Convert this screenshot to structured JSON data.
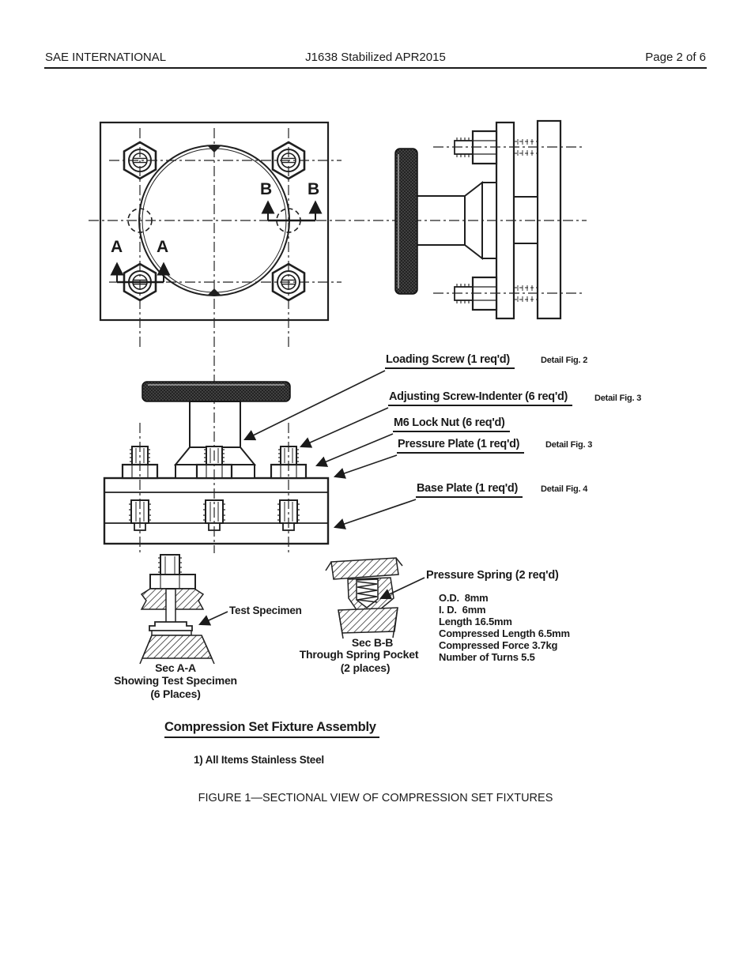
{
  "header": {
    "left": "SAE INTERNATIONAL",
    "center": "J1638 Stabilized APR2015",
    "right": "Page 2 of 6"
  },
  "figure": {
    "section_letters": {
      "a": "A",
      "b": "B"
    },
    "callouts": [
      {
        "label": "Loading Screw (1 req'd)",
        "detail": "Detail  Fig. 2"
      },
      {
        "label": "Adjusting Screw-Indenter (6 req'd)",
        "detail": "Detail  Fig. 3"
      },
      {
        "label": "M6 Lock Nut (6 req'd)",
        "detail": ""
      },
      {
        "label": "Pressure Plate (1 req'd)",
        "detail": "Detail  Fig. 3"
      },
      {
        "label": "Base Plate (1 req'd)",
        "detail": "Detail  Fig. 4"
      }
    ],
    "sec_aa": {
      "pointer": "Test Specimen",
      "line1": "Sec A-A",
      "line2": "Showing Test Specimen",
      "line3": "(6 Places)"
    },
    "sec_bb": {
      "line1": "Sec B-B",
      "line2": "Through Spring Pocket",
      "line3": "(2 places)"
    },
    "spring": {
      "title": "Pressure Spring (2 req'd)",
      "specs": [
        "O.D.  8mm",
        "I. D.  6mm",
        "Length 16.5mm",
        "Compressed Length 6.5mm",
        "Compressed Force 3.7kg",
        "Number of Turns 5.5"
      ]
    },
    "assembly_title": "Compression Set Fixture Assembly",
    "note": "1) All Items Stainless Steel",
    "caption": "FIGURE 1—SECTIONAL VIEW OF COMPRESSION SET FIXTURES"
  }
}
